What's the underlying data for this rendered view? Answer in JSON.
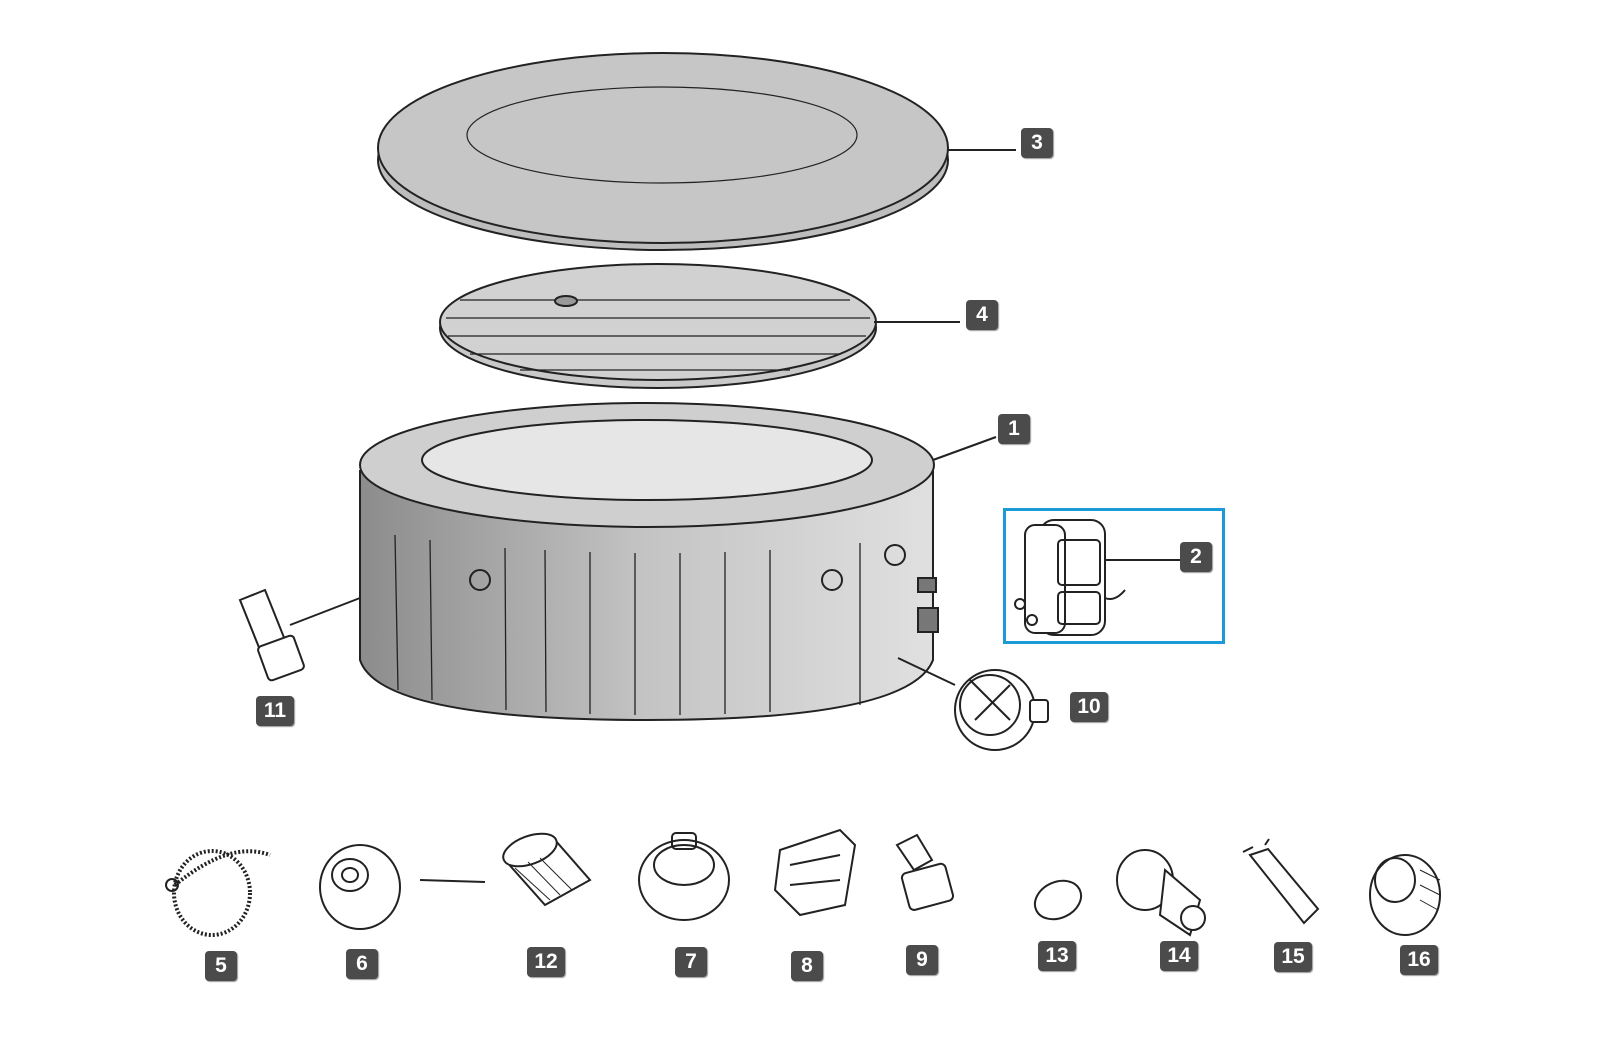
{
  "diagram": {
    "highlight_color": "#1a9ad6",
    "badge_color": "#4b4b4b",
    "selected_part": "2",
    "parts": [
      {
        "id": "p1",
        "number": "1",
        "icon": "tub-body"
      },
      {
        "id": "p2",
        "number": "2",
        "icon": "pump-unit"
      },
      {
        "id": "p3",
        "number": "3",
        "icon": "cover"
      },
      {
        "id": "p4",
        "number": "4",
        "icon": "inflatable-lid"
      },
      {
        "id": "p5",
        "number": "5",
        "icon": "inflation-hose"
      },
      {
        "id": "p6",
        "number": "6",
        "icon": "filter-housing"
      },
      {
        "id": "p7",
        "number": "7",
        "icon": "strainer-connector"
      },
      {
        "id": "p8",
        "number": "8",
        "icon": "strainer-grid"
      },
      {
        "id": "p9",
        "number": "9",
        "icon": "drain-adapter"
      },
      {
        "id": "p10",
        "number": "10",
        "icon": "filter-cap"
      },
      {
        "id": "p11",
        "number": "11",
        "icon": "buckle"
      },
      {
        "id": "p12",
        "number": "12",
        "icon": "filter-cartridge"
      },
      {
        "id": "p13",
        "number": "13",
        "icon": "drain-cap"
      },
      {
        "id": "p14",
        "number": "14",
        "icon": "valve-connector"
      },
      {
        "id": "p15",
        "number": "15",
        "icon": "valve-tool"
      },
      {
        "id": "p16",
        "number": "16",
        "icon": "air-valve"
      }
    ]
  }
}
